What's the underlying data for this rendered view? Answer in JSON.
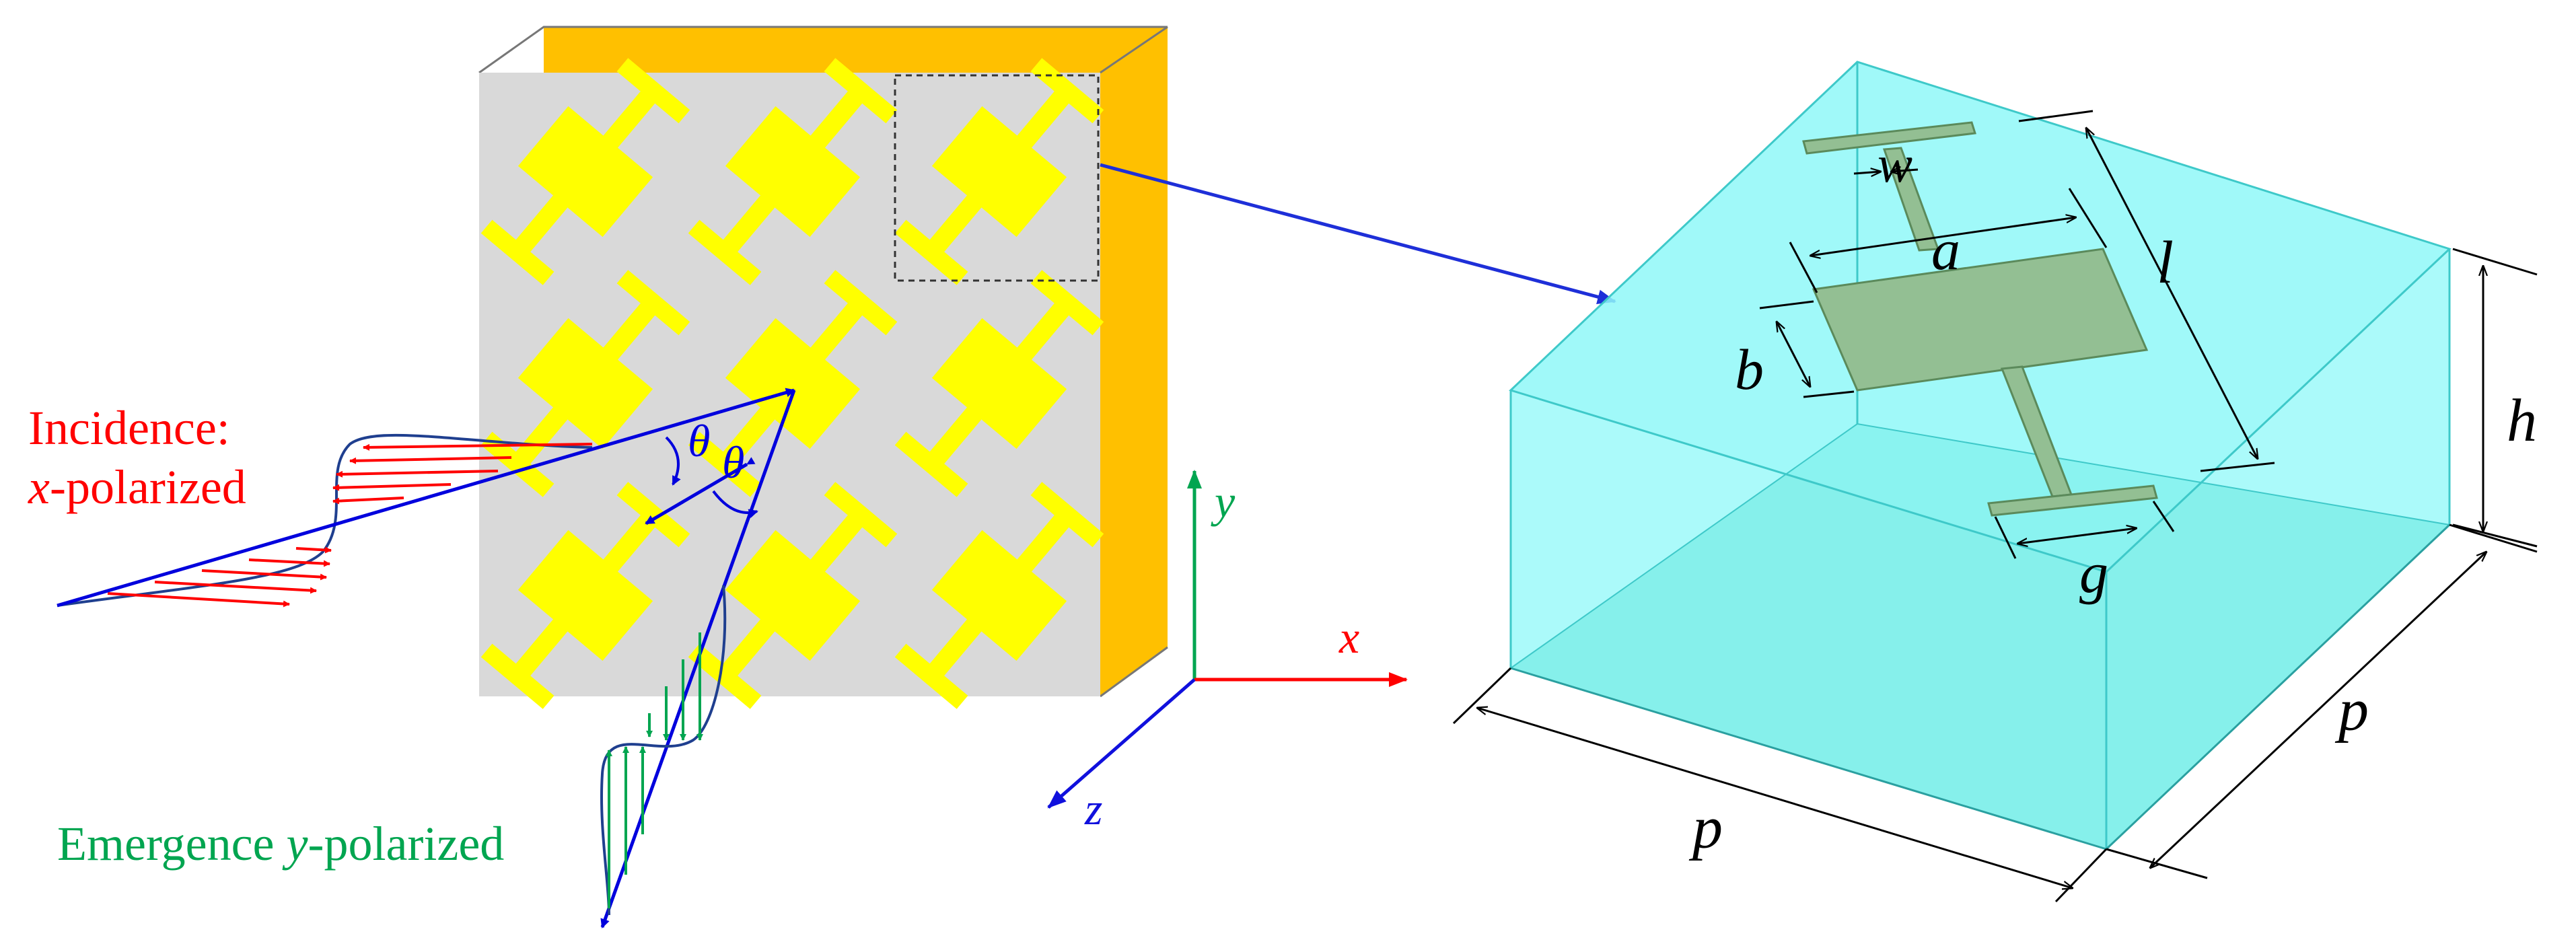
{
  "labels": {
    "incidence_line1": "Incidence:",
    "incidence_var": "x",
    "incidence_rest": "-polarized",
    "emergence_prefix": "Emergence ",
    "emergence_var": "y",
    "emergence_rest": "-polarized",
    "theta": "θ"
  },
  "axes": {
    "x": "x",
    "y": "y",
    "z": "z"
  },
  "dimensions": {
    "a": "a",
    "b": "b",
    "l": "l",
    "w": "w",
    "g": "g",
    "h": "h",
    "p": "p"
  },
  "colors": {
    "incidence": "#ff0000",
    "emergence": "#00a550",
    "wave": "#1f3f8f",
    "ray": "#0000dd",
    "metasurface": "#d9d9d9",
    "ground": "#ffc000",
    "resonator": "#ffff00",
    "substrate_top": "#8ff8f8",
    "substrate_bottom": "#6dd8c4",
    "patch": "#93bf93",
    "dim": "#000000",
    "link_arrow": "#1e2fd8"
  }
}
